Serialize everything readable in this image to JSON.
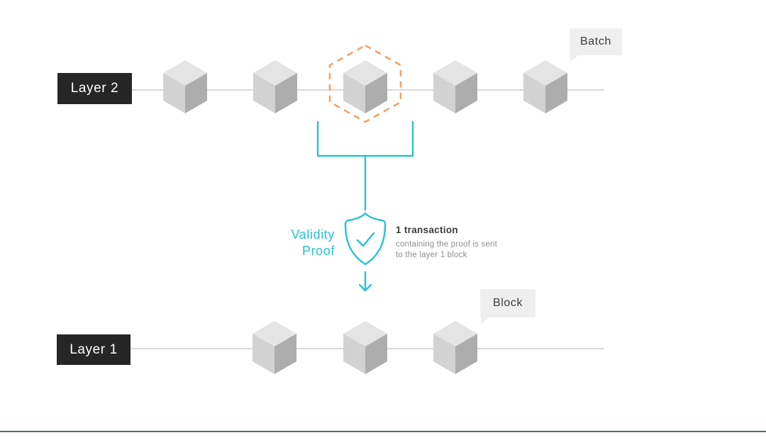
{
  "diagram": {
    "layer2": {
      "label": "Layer 2",
      "bubble_label": "Batch",
      "cube_count": 5
    },
    "layer1": {
      "label": "Layer 1",
      "bubble_label": "Block",
      "cube_count": 3
    },
    "proof": {
      "label_line1": "Validity",
      "label_line2": "Proof",
      "annotation_title": "1 transaction",
      "annotation_line1": "containing the proof is sent",
      "annotation_line2": "to the layer 1 block"
    }
  },
  "colors": {
    "teal": "#29C2D2",
    "orange": "#F2A26B",
    "label-bg": "#262626",
    "label-text": "#FFFFFF",
    "bubble-bg": "#EFEFEF",
    "bubble-text": "#3A3A3A",
    "chain-line": "#D9D9D9",
    "cube-top": "#E4E4E4",
    "cube-left": "#D2D2D2",
    "cube-right": "#ADADAD",
    "annotation-title": "#3B3B3B",
    "annotation-text": "#8E8E8E",
    "footer-line": "#4A7352"
  }
}
